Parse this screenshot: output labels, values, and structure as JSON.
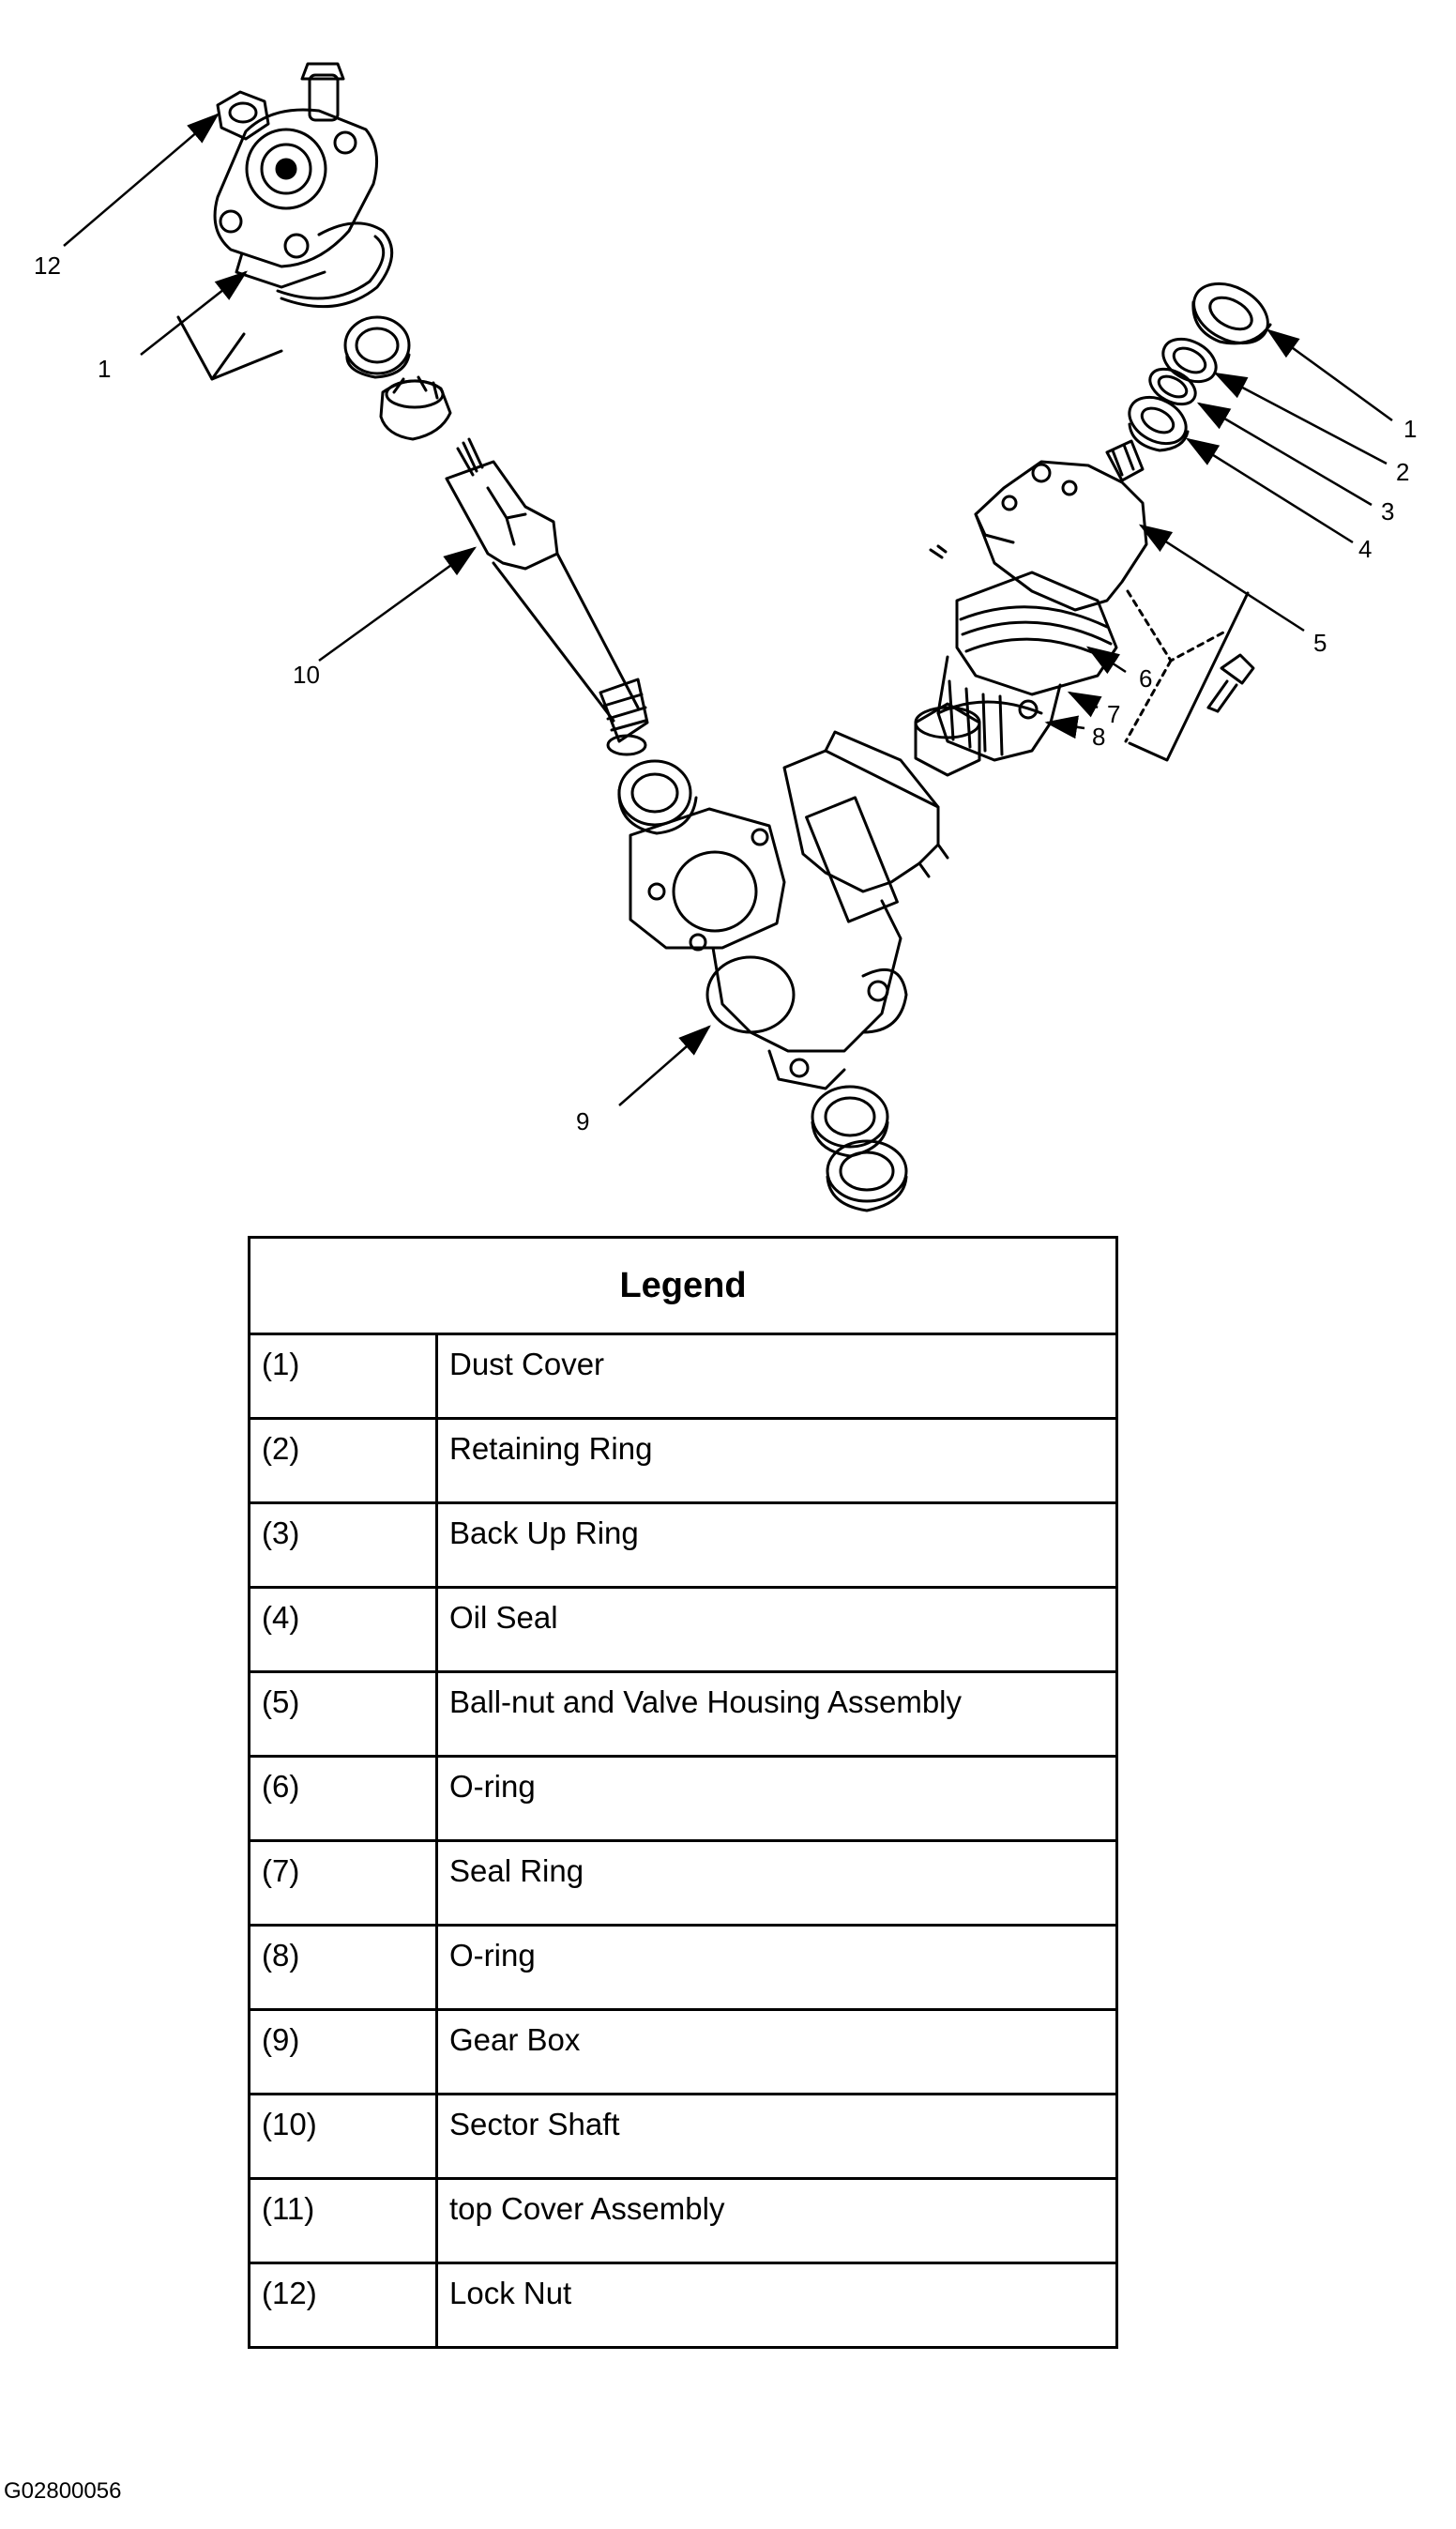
{
  "diagram": {
    "callouts": {
      "c12": "12",
      "c1_left": "1",
      "c10": "10",
      "c9": "9",
      "c1_right": "1",
      "c2": "2",
      "c3": "3",
      "c4": "4",
      "c5": "5",
      "c6": "6",
      "c7": "7",
      "c8": "8"
    }
  },
  "legend": {
    "title": "Legend",
    "rows": [
      {
        "key": "(1)",
        "value": "Dust Cover"
      },
      {
        "key": "(2)",
        "value": "Retaining Ring"
      },
      {
        "key": "(3)",
        "value": "Back Up Ring"
      },
      {
        "key": "(4)",
        "value": "Oil Seal"
      },
      {
        "key": "(5)",
        "value": "Ball-nut and Valve Housing Assembly"
      },
      {
        "key": "(6)",
        "value": "O-ring"
      },
      {
        "key": "(7)",
        "value": "Seal Ring"
      },
      {
        "key": "(8)",
        "value": "O-ring"
      },
      {
        "key": "(9)",
        "value": "Gear Box"
      },
      {
        "key": "(10)",
        "value": "Sector Shaft"
      },
      {
        "key": "(11)",
        "value": "top Cover Assembly"
      },
      {
        "key": "(12)",
        "value": "Lock Nut"
      }
    ]
  },
  "figure_code": "G02800056"
}
